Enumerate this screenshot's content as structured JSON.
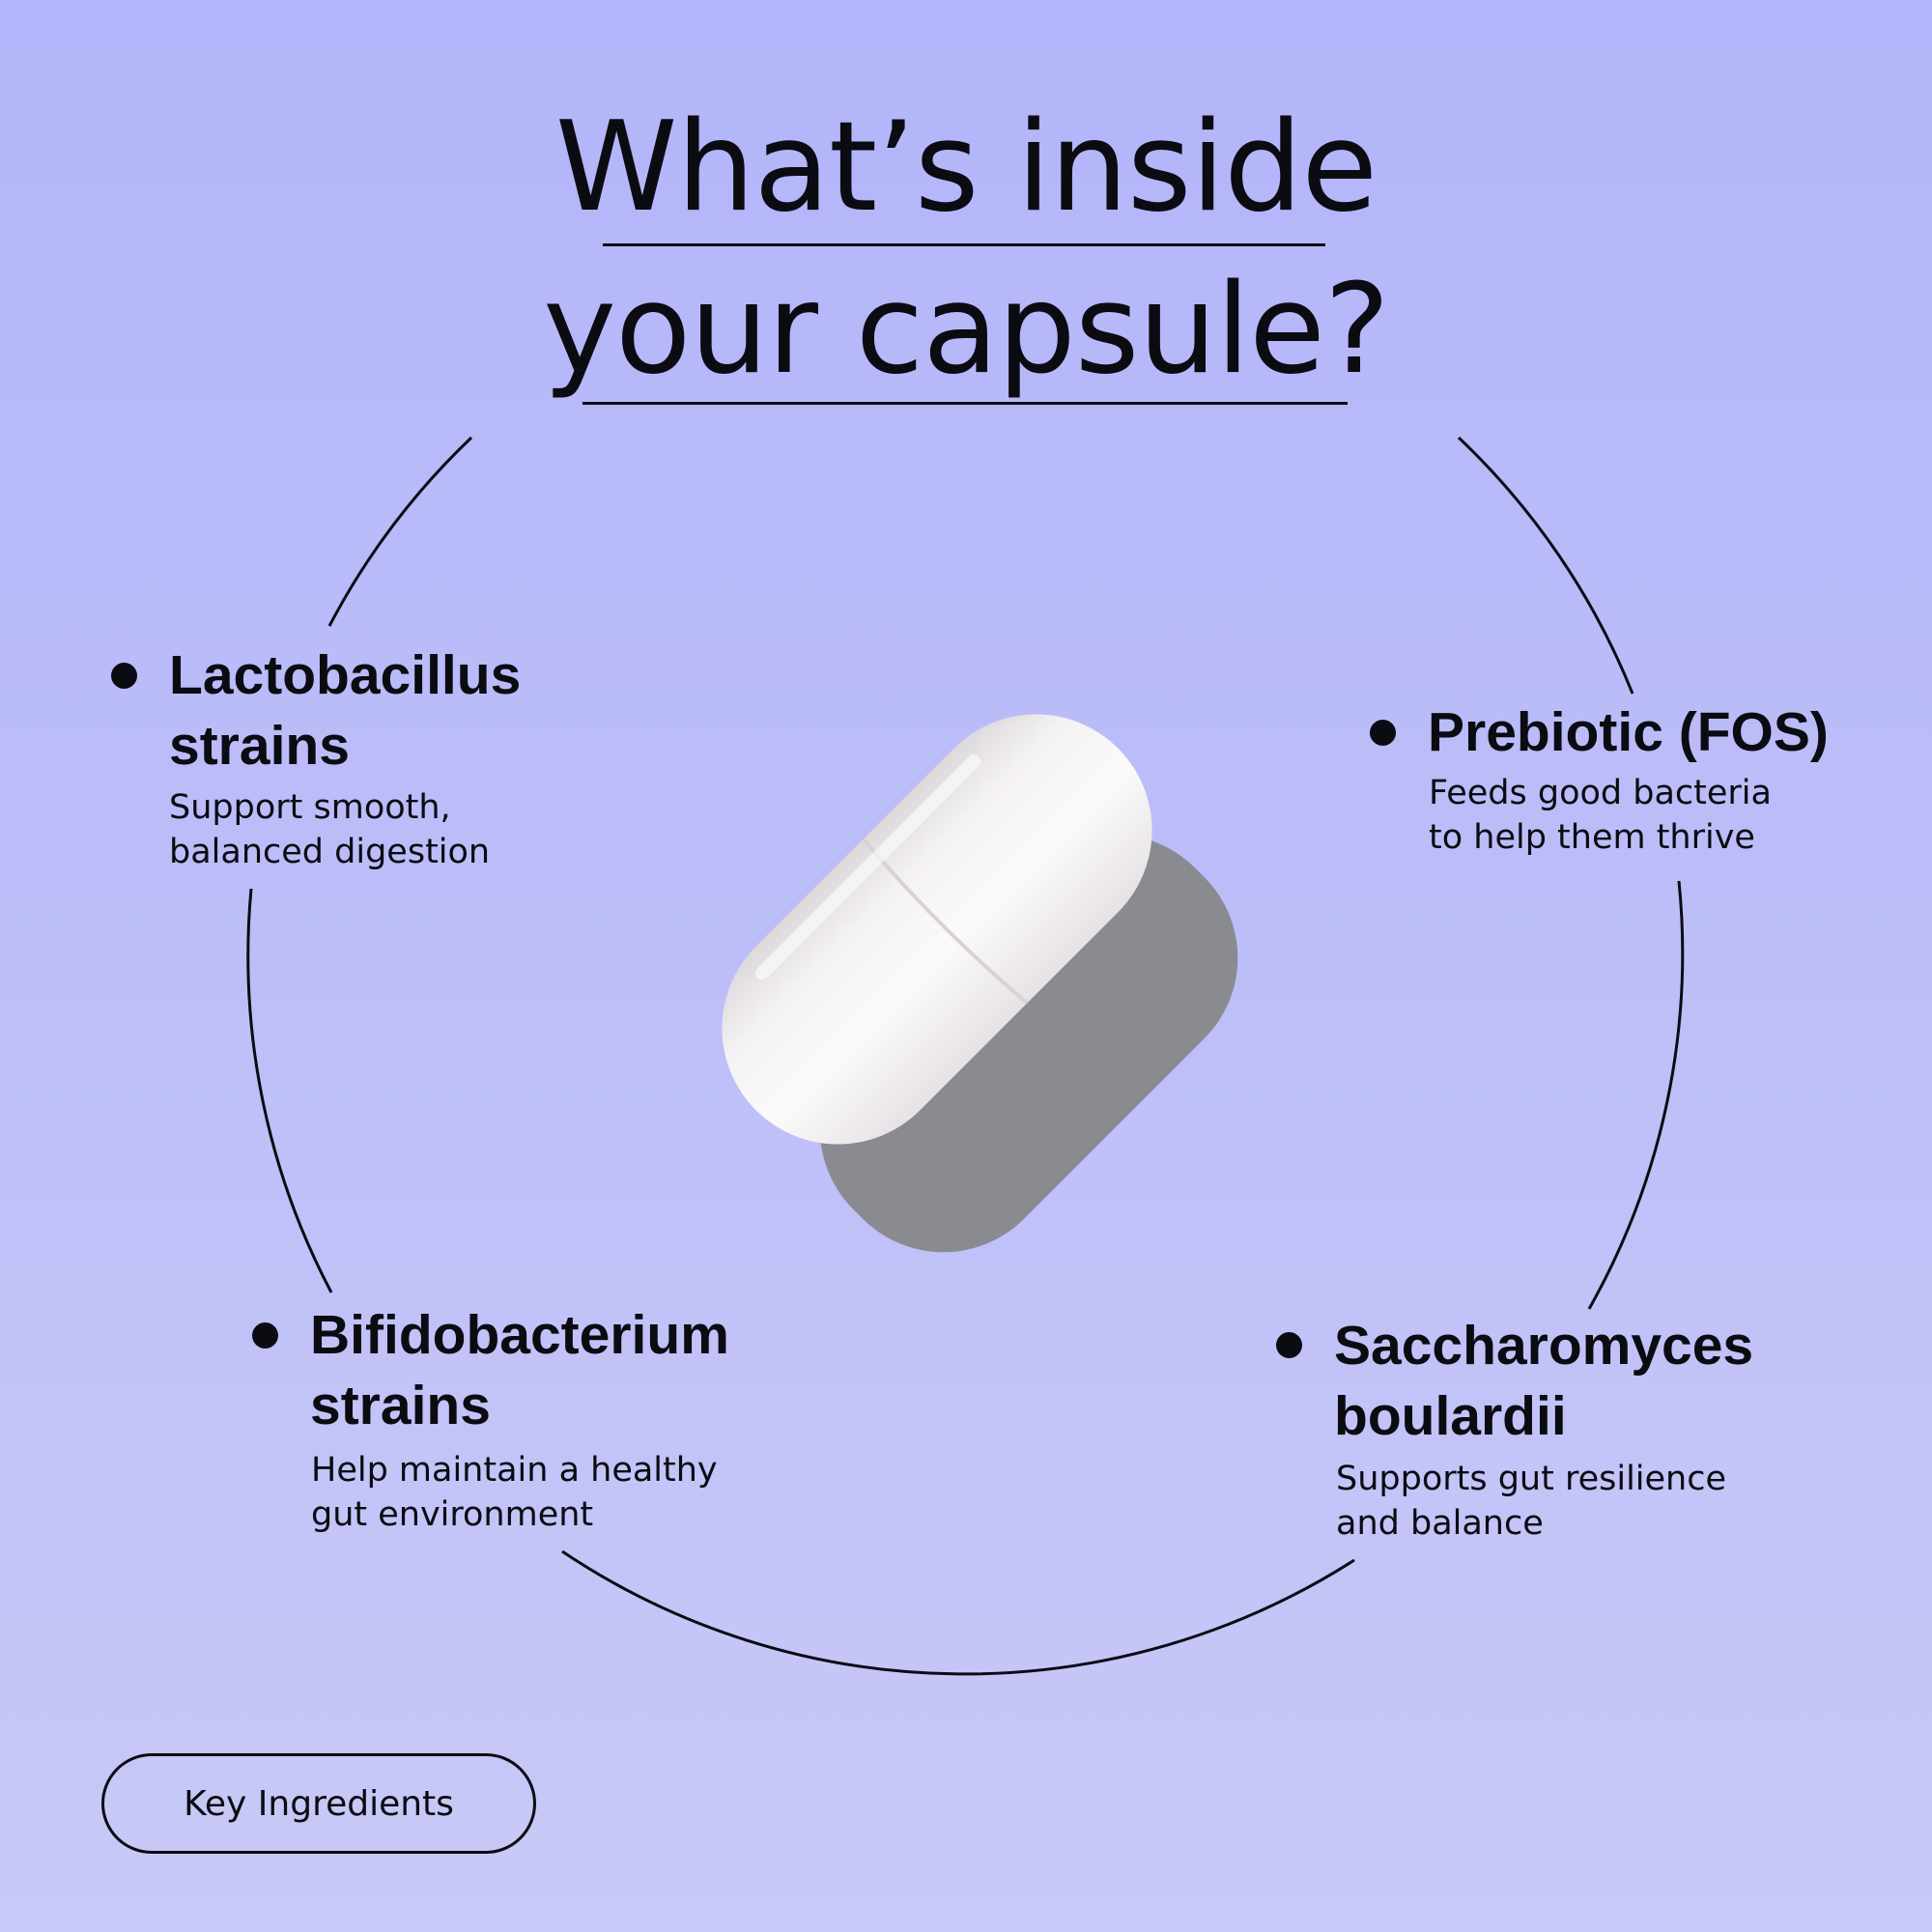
{
  "title": {
    "line1": "What’s inside",
    "line2": "your capsule?"
  },
  "ingredients": [
    {
      "name_l1": "Lactobacillus",
      "name_l2": "strains",
      "desc_l1": "Support smooth,",
      "desc_l2": "balanced digestion"
    },
    {
      "name_l1": "Prebiotic (FOS)",
      "name_l2": "",
      "desc_l1": "Feeds good bacteria",
      "desc_l2": "to help them thrive"
    },
    {
      "name_l1": "Bifidobacterium",
      "name_l2": "strains",
      "desc_l1": "Help maintain a healthy",
      "desc_l2": "gut environment"
    },
    {
      "name_l1": "Saccharomyces",
      "name_l2": "boulardii",
      "desc_l1": "Supports gut resilience",
      "desc_l2": "and balance"
    }
  ],
  "badge": {
    "label": "Key Ingredients"
  },
  "colors": {
    "background_top": "#b3b5fa",
    "background_bottom": "#c8c9f6",
    "text": "#0b0b12",
    "capsule_white": "#f3f0f2",
    "capsule_shadow": "#8a8a91"
  },
  "icons": {
    "center_image": "capsule",
    "bullets": "filled-circle"
  }
}
